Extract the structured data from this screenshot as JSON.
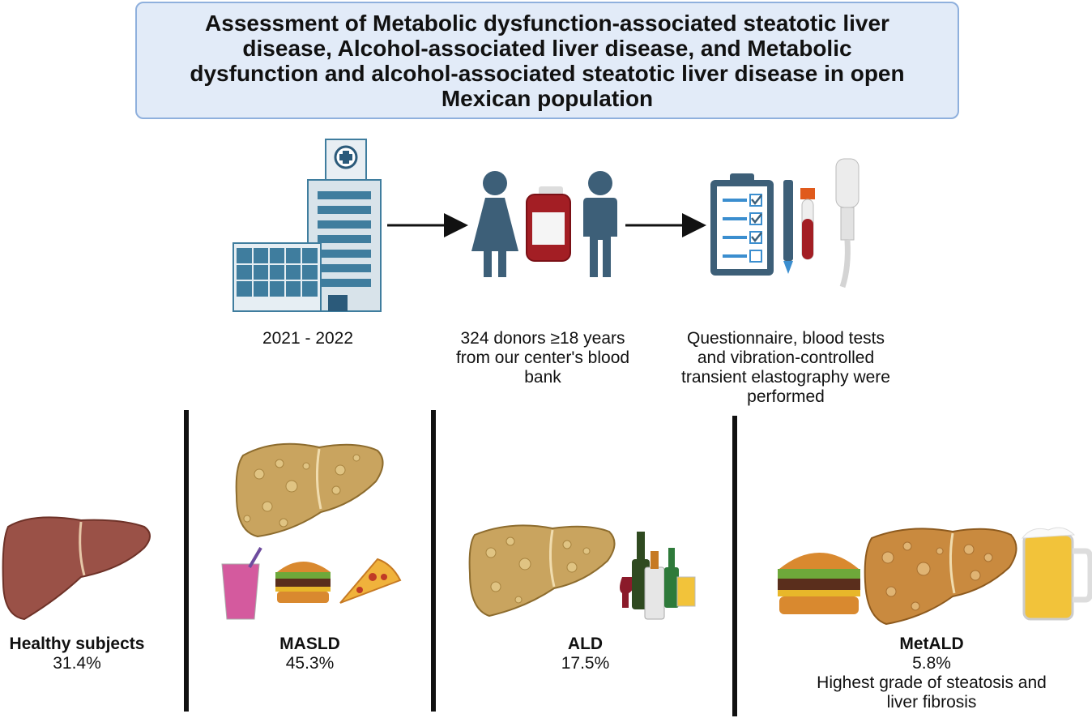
{
  "title": "Assessment of Metabolic dysfunction-associated steatotic liver disease, Alcohol-associated liver disease, and Metabolic dysfunction and alcohol-associated steatotic liver disease in open Mexican population",
  "steps": [
    {
      "caption": "2021 - 2022"
    },
    {
      "caption": "324 donors ≥18 years from our center's blood bank"
    },
    {
      "caption": "Questionnaire, blood tests and vibration-controlled transient elastography were performed"
    }
  ],
  "groups": [
    {
      "name": "Healthy subjects",
      "percent": "31.4%",
      "note": ""
    },
    {
      "name": "MASLD",
      "percent": "45.3%",
      "note": ""
    },
    {
      "name": "ALD",
      "percent": "17.5%",
      "note": ""
    },
    {
      "name": "MetALD",
      "percent": "5.8%",
      "note": "Highest grade of steatosis and liver fibrosis"
    }
  ],
  "colors": {
    "title_bg": "#e2ebf8",
    "title_border": "#8fb0dd",
    "person": "#3d5f78",
    "blood": "#a31e24",
    "healthy_liver": "#9a5147",
    "fatty_liver": "#c9a45f",
    "building": "#3f7d9e"
  }
}
